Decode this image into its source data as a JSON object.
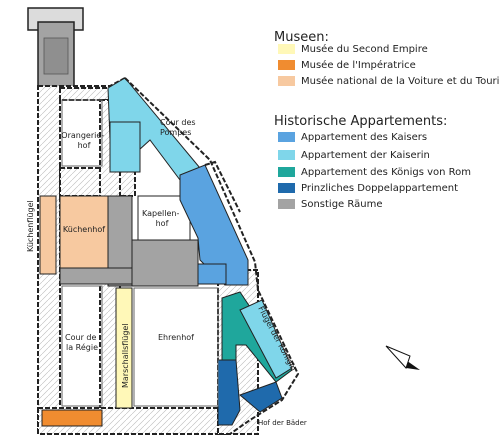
{
  "legend": {
    "museums_heading": "Museen:",
    "museums": [
      {
        "label": "Musée du Second Empire",
        "color": "#fff8b8"
      },
      {
        "label": "Musée de l'Impératrice",
        "color": "#f08c30"
      },
      {
        "label": "Musée national de la Voiture et du Tourisme",
        "color": "#f7c9a0"
      }
    ],
    "apartments_heading": "Historische Appartements:",
    "apartments": [
      {
        "label": "Appartement des Kaisers",
        "color": "#5aa3e0"
      },
      {
        "label": "Appartement der Kaiserin",
        "color": "#7fd6ea"
      },
      {
        "label": "Appartement des Königs von Rom",
        "color": "#1fa79c"
      },
      {
        "label": "Prinzliches Doppelappartement",
        "color": "#1f6aac"
      },
      {
        "label": "Sonstige Räume",
        "color": "#a3a3a3"
      }
    ]
  },
  "labels": {
    "cour_des_pompes": [
      "Cour des",
      "Pompes"
    ],
    "orangeriehof": [
      "Orangerie-",
      "hof"
    ],
    "kapellenhof": [
      "Kapellen-",
      "hof"
    ],
    "kuechenhof": "Küchenhof",
    "kuechenfluegel": "Küchenflügel",
    "cour_de_la_regie": [
      "Cour de",
      "la Régie"
    ],
    "marschallsfluegel": "Marschallsflügel",
    "ehrenhof": "Ehrenhof",
    "fluegel_der_koenigin": "Flügel der Königin",
    "hof_der_baeder": "Hof der Bäder"
  },
  "icons": {
    "north_arrow": "north-arrow-icon"
  }
}
